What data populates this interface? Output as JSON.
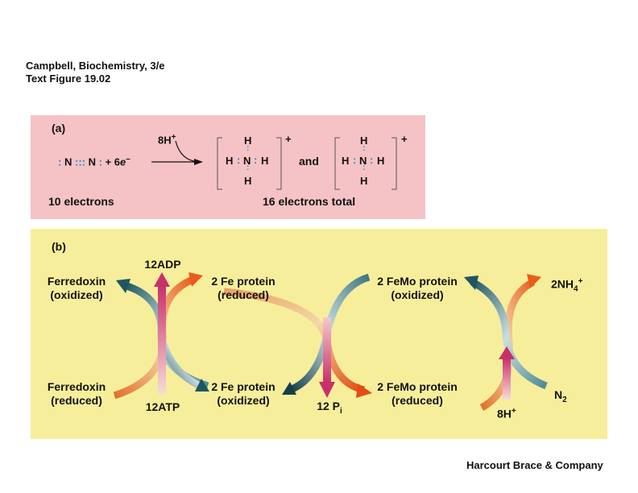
{
  "credit": {
    "line1": "Campbell, Biochemistry, 3/e",
    "line2": "Text Figure 19.02",
    "publisher": "Harcourt Brace & Company"
  },
  "panel_a": {
    "label": "(a)",
    "n2_dots_left": ":",
    "n2_atom1": "N",
    "n2_triple": ":::",
    "n2_atom2": "N",
    "n2_dots_right": ":",
    "plus_electrons": "+ 6",
    "electron_symbol": "e",
    "electron_charge": "–",
    "reagent": "8H",
    "reagent_charge": "+",
    "ammonium": {
      "h_top": "H",
      "h_left": "H",
      "n": "N",
      "h_right": "H",
      "h_bottom": "H",
      "dot_pair": ":",
      "charge": "+"
    },
    "and": "and",
    "left_caption": "10 electrons",
    "right_caption": "16 electrons total"
  },
  "panel_b": {
    "label": "(b)",
    "ferredoxin_ox": [
      "Ferredoxin",
      "(oxidized)"
    ],
    "ferredoxin_red": [
      "Ferredoxin",
      "(reduced)"
    ],
    "fe_red": [
      "2 Fe protein",
      "(reduced)"
    ],
    "fe_ox": [
      "2 Fe protein",
      "(oxidized)"
    ],
    "femo_ox": [
      "2 FeMo protein",
      "(oxidized)"
    ],
    "femo_red": [
      "2 FeMo protein",
      "(reduced)"
    ],
    "adp": "12ADP",
    "atp": "12ATP",
    "pi": "12 P",
    "pi_sub": "i",
    "nh4": "2NH",
    "nh4_sub": "4",
    "nh4_charge": "+",
    "n2": "N",
    "n2_sub": "2",
    "h8": "8H",
    "h8_charge": "+"
  }
}
